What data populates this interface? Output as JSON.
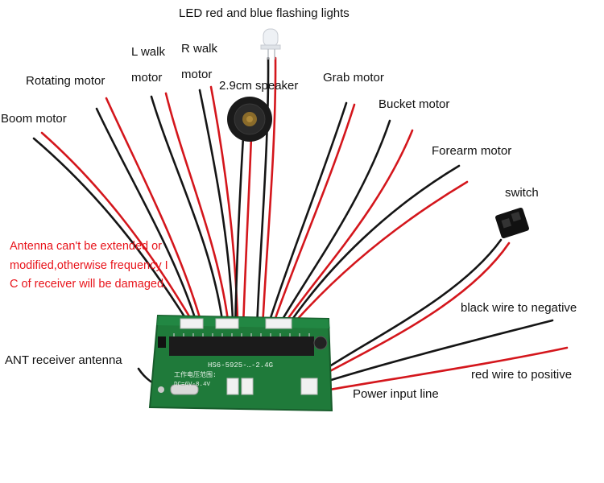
{
  "labels": {
    "led": "LED red and blue flashing lights",
    "l_walk_line1": "L walk",
    "l_walk_line2": "motor",
    "r_walk_line1": "R walk",
    "r_walk_line2": "motor",
    "rotating": "Rotating motor",
    "speaker": "2.9cm speaker",
    "grab": "Grab motor",
    "bucket": "Bucket motor",
    "boom": "Boom motor",
    "forearm": "Forearm motor",
    "switch": "switch",
    "black_wire": "black wire to negative",
    "red_wire": "red wire to positive",
    "power": "Power input line",
    "antenna": "ANT receiver antenna"
  },
  "warning": "Antenna can't be extended or modified,otherwise frequency IC of receiver will be damaged.",
  "pcb": {
    "model": "HS6-5925-…-2.4G",
    "voltage_cn": "工作电压范围:",
    "voltage": "DC=6V-8.4V"
  },
  "colors": {
    "red_wire": "#d4161c",
    "black_wire": "#151515",
    "pcb": "#1f7a3a",
    "warning_text": "#e8141b"
  }
}
